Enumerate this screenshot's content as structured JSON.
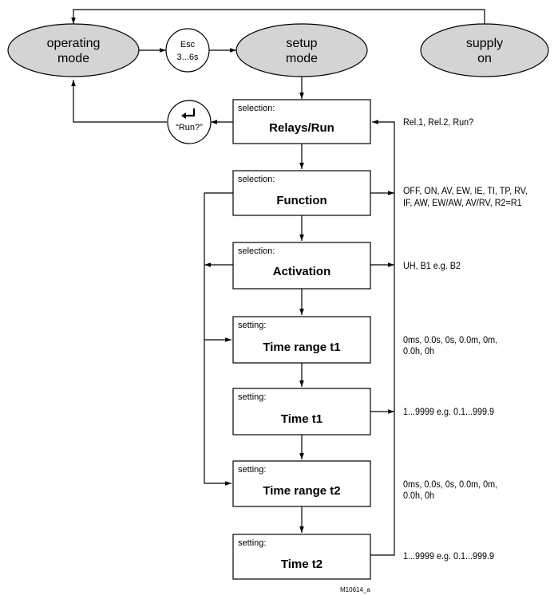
{
  "states": {
    "operating": [
      "operating",
      "mode"
    ],
    "setup": [
      "setup",
      "mode"
    ],
    "supply": [
      "supply",
      "on"
    ]
  },
  "esc_button": [
    "Esc",
    "3...6s"
  ],
  "run_button": "“Run?”",
  "boxes": [
    {
      "head": "selection:",
      "main": "Relays/Run",
      "note": [
        "Rel.1, Rel.2, Run?"
      ]
    },
    {
      "head": "selection:",
      "main": "Function",
      "note": [
        "OFF, ON, AV, EW, IE, TI, TP, RV,",
        "IF, AW, EW/AW, AV/RV, R2=R1"
      ]
    },
    {
      "head": "selection:",
      "main": "Activation",
      "note": [
        "UH, B1 e.g. B2"
      ]
    },
    {
      "head": "setting:",
      "main": "Time range t1",
      "note": [
        "0ms, 0.0s, 0s, 0.0m, 0m,",
        "0.0h, 0h"
      ]
    },
    {
      "head": "setting:",
      "main": "Time t1",
      "note": [
        "1...9999 e.g. 0.1...999.9"
      ]
    },
    {
      "head": "setting:",
      "main": "Time range t2",
      "note": [
        "0ms, 0.0s, 0s, 0.0m, 0m,",
        "0.0h, 0h"
      ]
    },
    {
      "head": "setting:",
      "main": "Time t2",
      "note": [
        "1...9999 e.g. 0.1...999.9"
      ]
    }
  ],
  "figure_id": "M10614_a",
  "colors": {
    "ellipse_fill": "#d4d4d4",
    "line": "#000000",
    "box_fill": "#ffffff"
  },
  "icons": {
    "enter": "enter-key-icon"
  }
}
